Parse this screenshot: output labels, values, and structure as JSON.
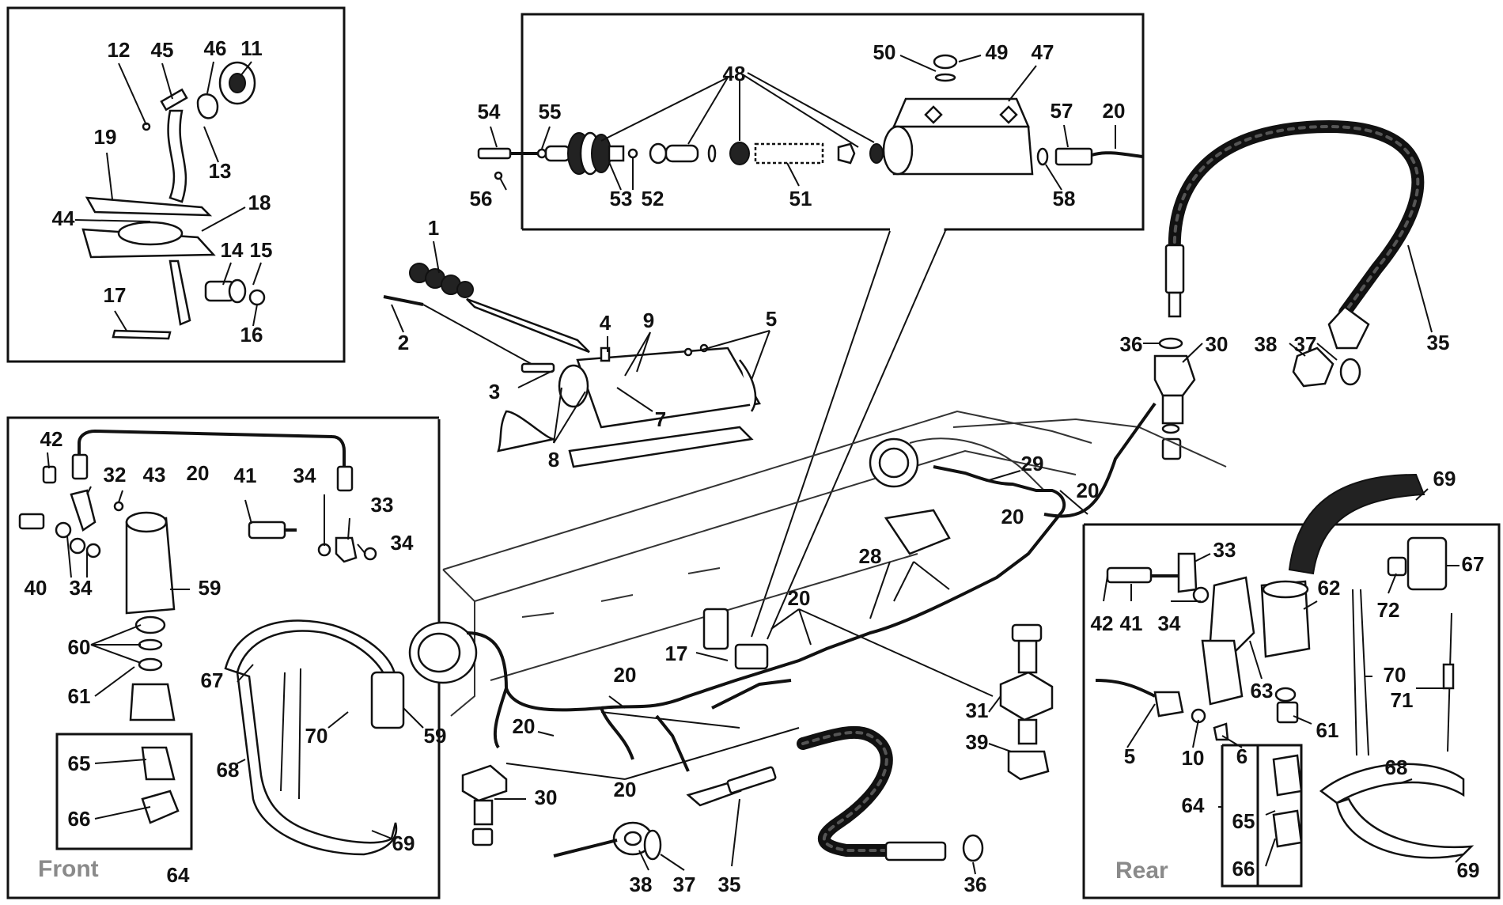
{
  "diagram": {
    "section_labels": {
      "front": "Front",
      "rear": "Rear"
    },
    "pedal_inset_callouts": [
      "12",
      "45",
      "46",
      "11",
      "19",
      "13",
      "44",
      "18",
      "14",
      "15",
      "17",
      "16"
    ],
    "master_cylinder_callouts": [
      "48",
      "50",
      "49",
      "47",
      "54",
      "55",
      "57",
      "20",
      "56",
      "53",
      "52",
      "51",
      "58"
    ],
    "handbrake_callouts": [
      "1",
      "2",
      "4",
      "9",
      "5",
      "3",
      "7",
      "8"
    ],
    "hose_rear_callouts": [
      "36",
      "30",
      "38",
      "37",
      "35"
    ],
    "chassis_callouts": [
      "29",
      "20",
      "20",
      "28",
      "20",
      "17",
      "20",
      "20",
      "20",
      "31",
      "39",
      "30",
      "38",
      "37",
      "35",
      "36"
    ],
    "front_callouts": [
      "42",
      "20",
      "32",
      "43",
      "41",
      "34",
      "33",
      "40",
      "34",
      "34",
      "59",
      "60",
      "61",
      "67",
      "70",
      "59",
      "68",
      "65",
      "66",
      "69",
      "64"
    ],
    "rear_callouts": [
      "69",
      "33",
      "67",
      "62",
      "72",
      "42",
      "41",
      "34",
      "63",
      "70",
      "71",
      "5",
      "10",
      "6",
      "61",
      "68",
      "64",
      "65",
      "66",
      "69"
    ]
  }
}
